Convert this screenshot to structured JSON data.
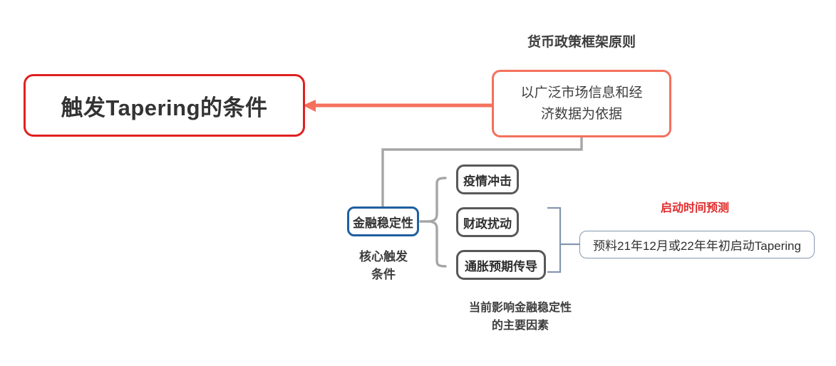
{
  "diagram": {
    "title_node": {
      "label": "触发Tapering的条件",
      "color": "#e02020"
    },
    "principle": {
      "caption": "货币政策框架原则",
      "label": "以广泛市场信息和经济数据为依据",
      "line1": "以广泛市场信息和经",
      "line2": "济数据为依据",
      "color": "#f4705d"
    },
    "stability": {
      "label": "金融稳定性",
      "caption": "核心触发\n条件",
      "color": "#1f5fa0"
    },
    "factors": {
      "caption": "当前影响金融稳定性\n的主要因素",
      "color": "#585858",
      "items": [
        {
          "label": "疫情冲击"
        },
        {
          "label": "财政扰动"
        },
        {
          "label": "通胀预期传导"
        }
      ]
    },
    "prediction": {
      "caption": "启动时间预测",
      "caption_color": "#e02b2b",
      "label": "预料21年12月或22年年初启动Tapering",
      "color": "#8497b0"
    },
    "connector_colors": {
      "red": "#f4705d",
      "gray": "#a6a6a6",
      "brace": "#a6a6a6",
      "bracket": "#8497b0"
    }
  }
}
